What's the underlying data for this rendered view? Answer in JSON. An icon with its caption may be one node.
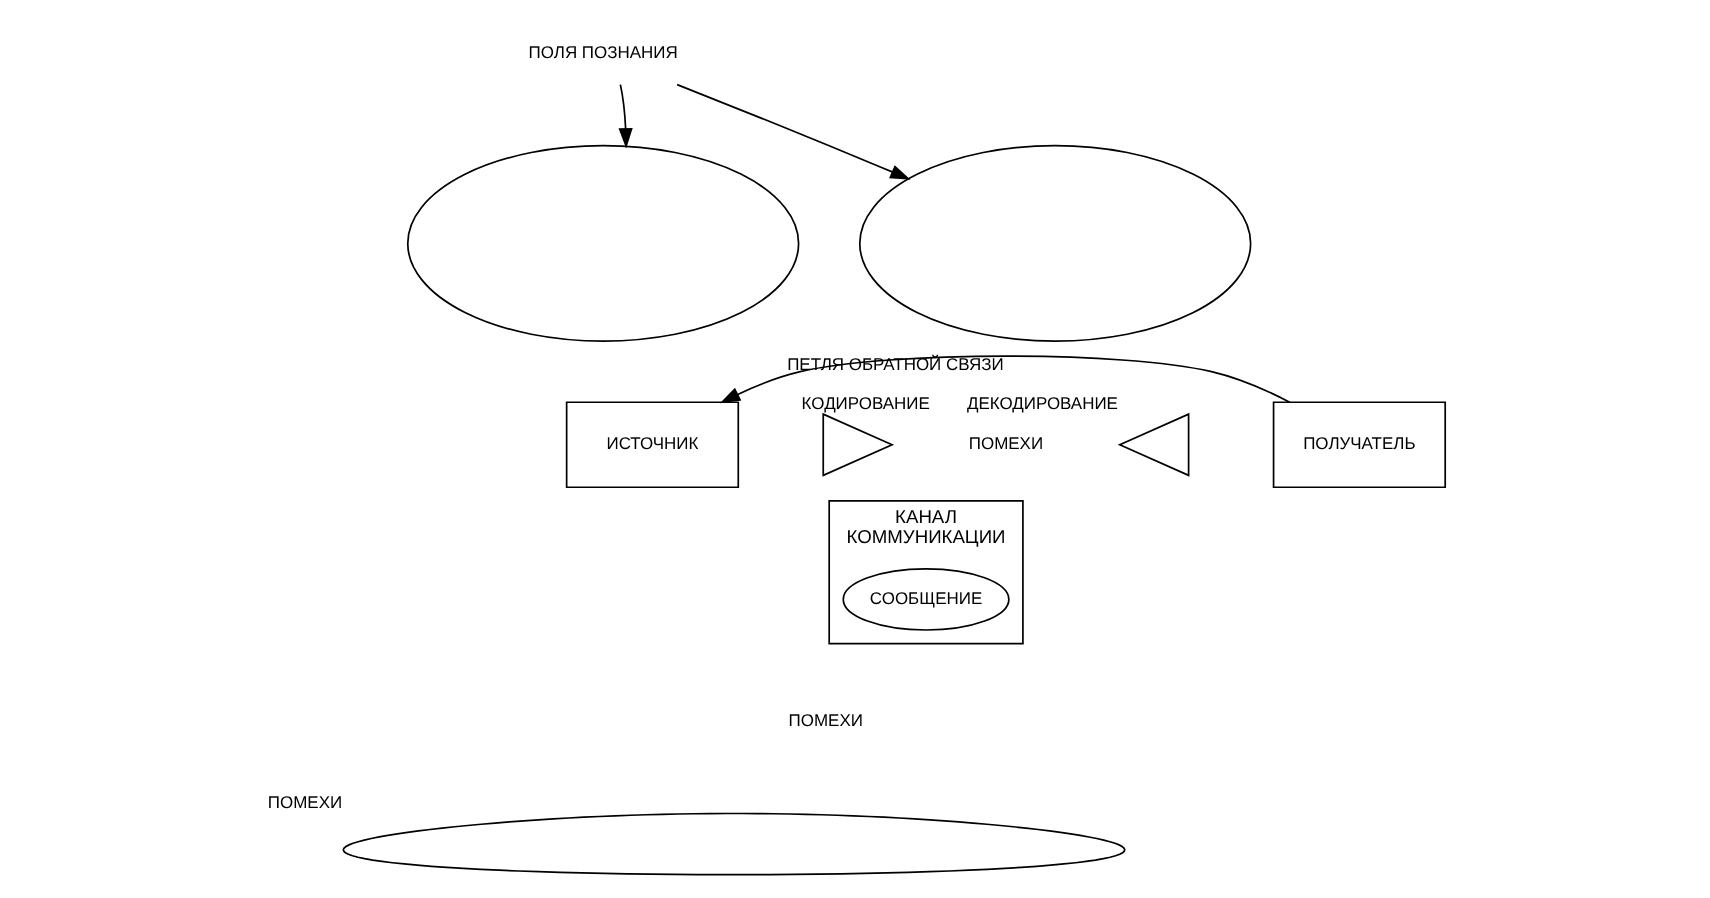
{
  "diagram": {
    "nodes": [
      {
        "text": [
          "ПОЛЯ ПОЗНАНИЯ"
        ]
      },
      {
        "text": [],
        "shape": "ellipse"
      },
      {
        "text": [],
        "shape": "ellipse"
      },
      {
        "text": [
          "ИСТОЧНИК"
        ]
      },
      {
        "text": [],
        "shape": "triangle",
        "beside": [
          "КОДИРОВАНИЕ"
        ]
      },
      {
        "text": [
          "КАНАЛ",
          "КОММУНИКАЦИИ"
        ]
      },
      {
        "text": [
          "СООБЩЕНИЕ"
        ],
        "in": 5
      },
      {
        "text": [],
        "shape": "triangle",
        "beside": [
          "ДЕКОДИРОВАНИЕ"
        ]
      },
      {
        "text": [
          "ПОЛУЧАТЕЛЬ"
        ]
      },
      {
        "text": [],
        "shape": "cloud",
        "beside": [
          "ПОМЕХИ"
        ]
      }
    ],
    "edges": [
      {
        "from": 0,
        "to": 1,
        "arrow": "to"
      },
      {
        "from": 0,
        "to": 2,
        "arrow": "to"
      },
      {
        "from": 8,
        "to": 3,
        "arrow": "to",
        "label": "ПЕТЛЯ ОБРАТНОЙ СВЯЗИ"
      }
    ],
    "labels": [
      "ПОМЕХИ",
      "ПОМЕХИ"
    ]
  }
}
